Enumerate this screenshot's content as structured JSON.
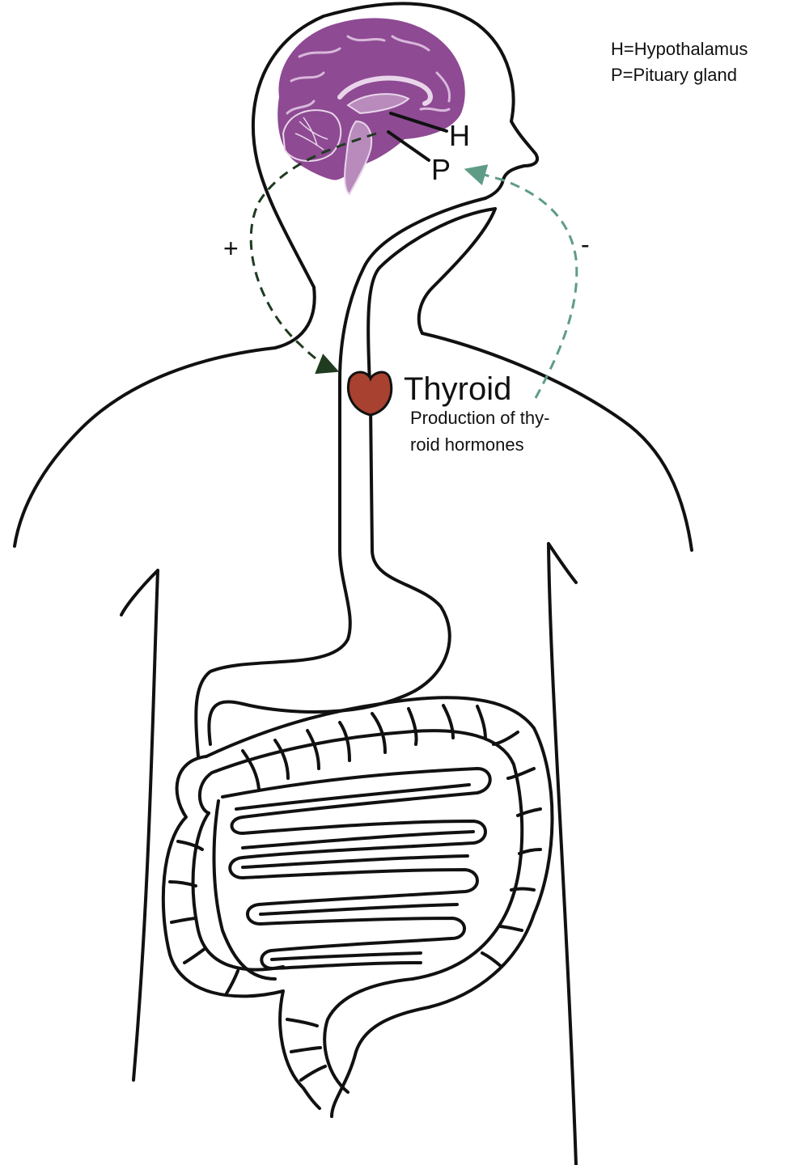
{
  "legend": {
    "line1": "H=Hypothalamus",
    "line2": "P=Pituary gland"
  },
  "labels": {
    "h": "H",
    "p": "P",
    "plus": "+",
    "minus": "-",
    "thyroid": "Thyroid",
    "production_line1": "Production of thy-",
    "production_line2": "roid hormones"
  },
  "colors": {
    "brain": "#8e4a93",
    "brain_light": "#b98bbd",
    "thyroid": "#a8412f",
    "stimulate_arrow": "#1f3b20",
    "inhibit_arrow": "#5f9c86",
    "outline": "#111111"
  }
}
